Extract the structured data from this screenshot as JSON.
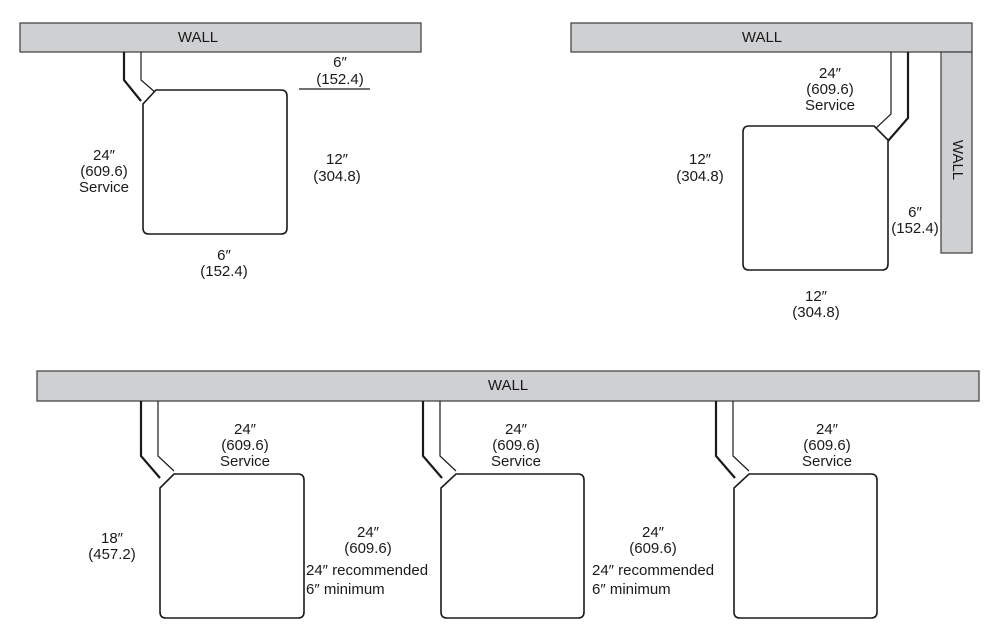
{
  "walls": {
    "top_left": "WALL",
    "top_right": "WALL",
    "right_vertical": "WALL",
    "bottom": "WALL"
  },
  "diagram1": {
    "left": [
      "24″",
      "(609.6)",
      "Service"
    ],
    "right": [
      "12″",
      "(304.8)"
    ],
    "bottom": [
      "6″",
      "(152.4)"
    ],
    "top_right": [
      "6″",
      "(152.4)"
    ]
  },
  "diagram2": {
    "top": [
      "24″",
      "(609.6)",
      "Service"
    ],
    "left": [
      "12″",
      "(304.8)"
    ],
    "right": [
      "6″",
      "(152.4)"
    ],
    "bottom": [
      "12″",
      "(304.8)"
    ]
  },
  "diagram3": {
    "service_1": [
      "24″",
      "(609.6)",
      "Service"
    ],
    "service_2": [
      "24″",
      "(609.6)",
      "Service"
    ],
    "service_3": [
      "24″",
      "(609.6)",
      "Service"
    ],
    "left": [
      "18″",
      "(457.2)"
    ],
    "between_1": [
      "24″",
      "(609.6)",
      "24″ recommended",
      "6″ minimum"
    ],
    "between_2": [
      "24″",
      "(609.6)",
      "24″ recommended",
      "6″ minimum"
    ]
  }
}
